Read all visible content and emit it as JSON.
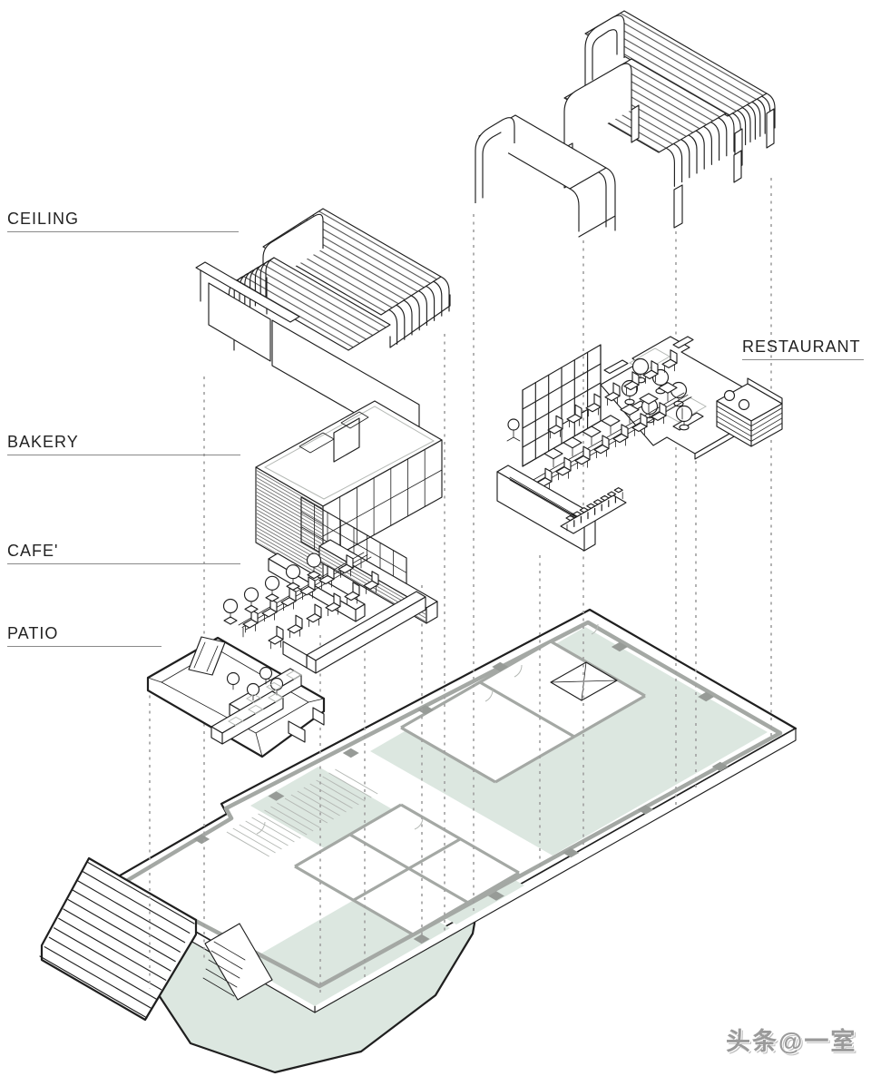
{
  "diagram": {
    "type": "exploded-axonometric-architecture",
    "labels": {
      "ceiling": "CEILING",
      "bakery": "BAKERY",
      "cafe": "CAFE'",
      "patio": "PATIO",
      "restaurant": "RESTAURANT"
    },
    "watermark": "头条@一室"
  },
  "colors": {
    "background": "#ffffff",
    "line": "#1f1f1f",
    "wall_gray": "#a4a8a4",
    "pad_gray": "#979b97",
    "floor_green": "#dce7e0",
    "label_text": "#222222",
    "underline_gray": "#8a8a8a",
    "watermark_gray": "#9a9a9a"
  }
}
